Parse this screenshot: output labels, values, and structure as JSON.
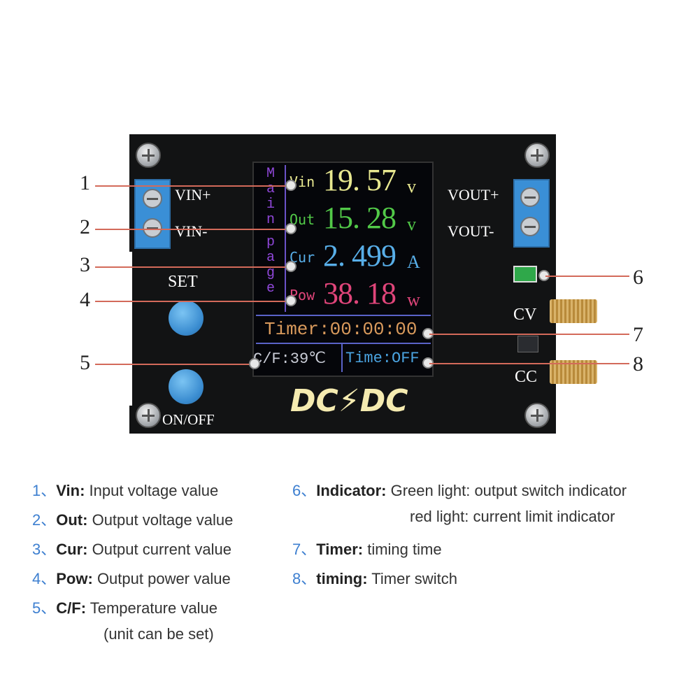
{
  "board": {
    "vin_plus": "VIN+",
    "vin_minus": "VIN-",
    "vout_plus": "VOUT+",
    "vout_minus": "VOUT-",
    "set_label": "SET",
    "onoff_label": "ON/OFF",
    "cv_label": "CV",
    "cc_label": "CC",
    "logo": "DC⚡DC"
  },
  "lcd": {
    "page_label": [
      "M",
      "a",
      "i",
      "n",
      " ",
      "p",
      "a",
      "g",
      "e"
    ],
    "rows": [
      {
        "label": "Vin",
        "value": "19. 57",
        "unit": "v",
        "color": "#e8e890"
      },
      {
        "label": "Out",
        "value": "15. 28",
        "unit": "v",
        "color": "#52c948"
      },
      {
        "label": "Cur",
        "value": "2. 499",
        "unit": "A",
        "color": "#58aee8"
      },
      {
        "label": "Pow",
        "value": "38. 18",
        "unit": "w",
        "color": "#e0457a"
      }
    ],
    "timer": "Timer:00:00:00",
    "temp": "C/F:39℃",
    "time_switch": "Time:OFF"
  },
  "colors": {
    "timer": "#d99a5c",
    "temp": "#c9ccd6",
    "time_switch": "#4aa3e0",
    "leader": "#d36a5a",
    "legend_number": "#3d7fd0"
  },
  "callouts": [
    "1",
    "2",
    "3",
    "4",
    "5",
    "6",
    "7",
    "8"
  ],
  "legend": {
    "left": [
      {
        "num": "1、",
        "key": "Vin:",
        "desc": "Input voltage value"
      },
      {
        "num": "2、",
        "key": "Out:",
        "desc": "Output voltage value"
      },
      {
        "num": "3、",
        "key": "Cur:",
        "desc": "Output current value"
      },
      {
        "num": "4、",
        "key": "Pow:",
        "desc": "Output power value"
      },
      {
        "num": "5、",
        "key": "C/F:",
        "desc": "Temperature value"
      }
    ],
    "left_extra": "(unit can be set)",
    "right": [
      {
        "num": "6、",
        "key": "Indicator:",
        "desc": "Green light: output switch indicator"
      },
      {
        "num": "7、",
        "key": "Timer:",
        "desc": "timing time"
      },
      {
        "num": "8、",
        "key": "timing:",
        "desc": "Timer switch"
      }
    ],
    "right_extra": "red light: current limit indicator"
  }
}
